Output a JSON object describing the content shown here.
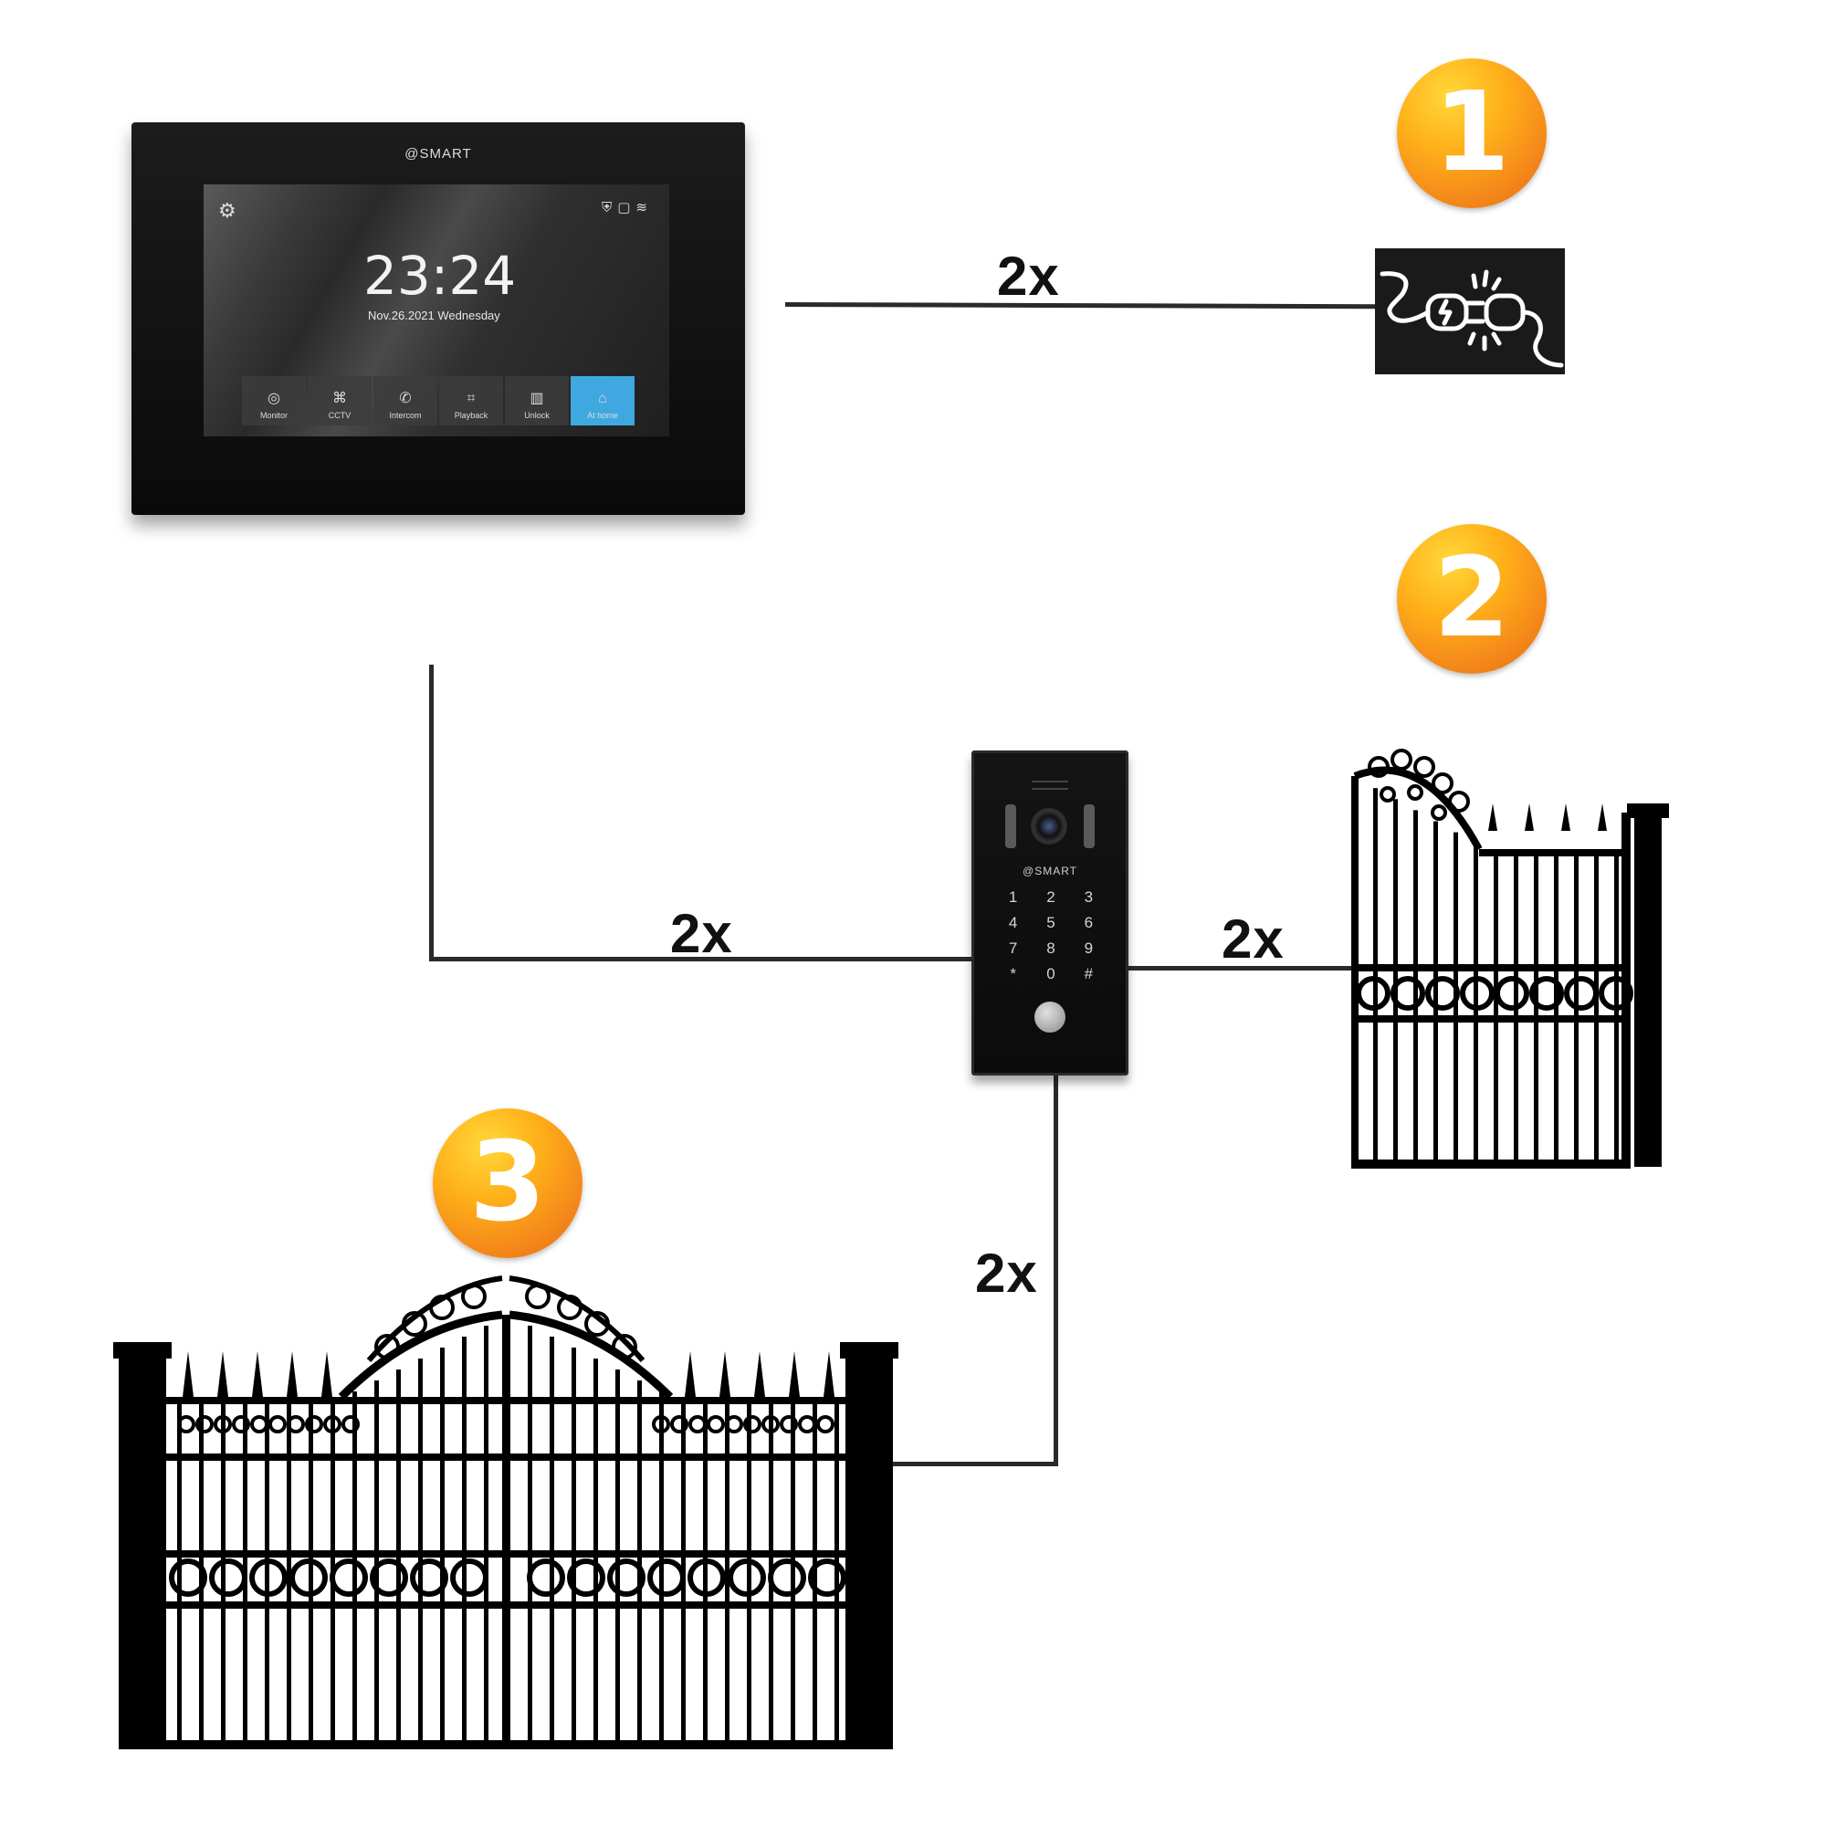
{
  "monitor": {
    "brand": "@SMART",
    "clock": "23:24",
    "date": "Nov.26.2021  Wednesday",
    "menu": [
      {
        "label": "Monitor",
        "icon": "eye-icon"
      },
      {
        "label": "CCTV",
        "icon": "camera-icon"
      },
      {
        "label": "Intercom",
        "icon": "phone-icon"
      },
      {
        "label": "Playback",
        "icon": "playback-icon"
      },
      {
        "label": "Unlock",
        "icon": "unlock-icon"
      },
      {
        "label": "At home",
        "icon": "home-icon"
      }
    ]
  },
  "badges": [
    "1",
    "2",
    "3"
  ],
  "connections": {
    "power": "2x",
    "monitor_to_panel": "2x",
    "panel_to_gate": "2x",
    "panel_to_main_gate": "2x"
  },
  "panel": {
    "brand": "@SMART",
    "keys": [
      "1",
      "2",
      "3",
      "4",
      "5",
      "6",
      "7",
      "8",
      "9",
      "*",
      "0",
      "#"
    ]
  },
  "colors": {
    "badge": "#f5891a",
    "wire": "#2a2a2a",
    "accent_tile": "#3fa8e0"
  }
}
